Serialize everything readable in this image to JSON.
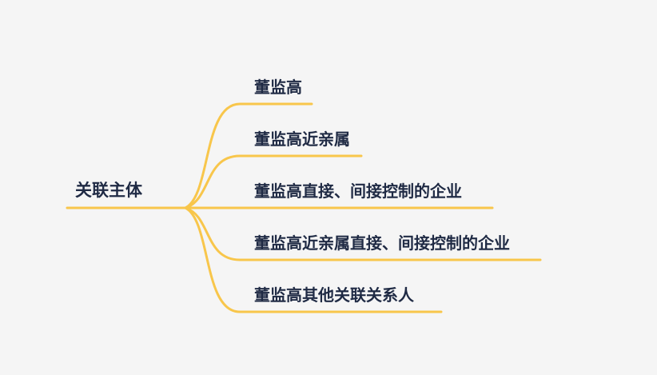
{
  "mindmap": {
    "root": {
      "label": "关联主体"
    },
    "children": [
      {
        "label": "董监高"
      },
      {
        "label": "董监高近亲属"
      },
      {
        "label": "董监高直接、间接控制的企业"
      },
      {
        "label": "董监高近亲属直接、间接控制的企业"
      },
      {
        "label": "董监高其他关联关系人"
      }
    ]
  },
  "colors": {
    "background": "#f5f5f5",
    "branch": "#f8c64b",
    "text": "#1f2a44"
  }
}
